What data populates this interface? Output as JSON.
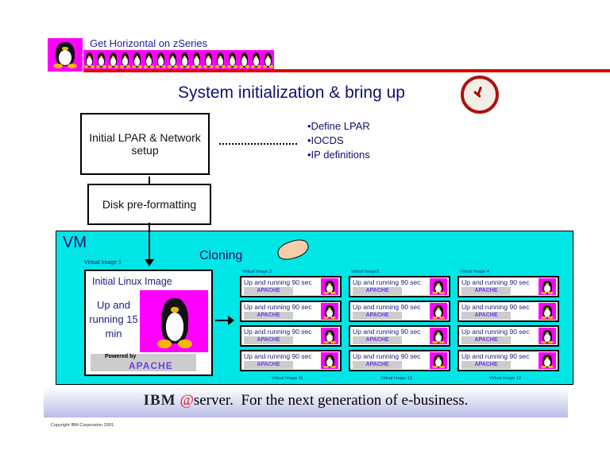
{
  "header": {
    "title": "Get Horizontal on zSeries",
    "penguin_count": 16
  },
  "slide": {
    "title": "System initialization & bring up",
    "box_lpar": "Initial LPAR & Network setup",
    "box_disk": "Disk pre-formatting",
    "bullets": [
      "•Define LPAR",
      "•IOCDS",
      "•IP definitions"
    ],
    "vm_label": "VM",
    "cloning_label": "Cloning",
    "virtual_image_1": "Virtual Image 1",
    "initial_title": "Initial Linux Image",
    "initial_status": "Up and running 15 min",
    "powered_by": "Powered by",
    "apache": "APACHE",
    "clone_text": "Up and running 90 sec",
    "clone_top_labels": [
      "Virtual Image 2",
      "Virtual Image3",
      "Virtual Image 4"
    ],
    "clone_bottom_labels": [
      "Virtual Image 11",
      "Virtual Image 12",
      "Virtual Image 13"
    ]
  },
  "footer": {
    "ibm": "IBM",
    "eserver": "server.",
    "tagline": "For the next generation of e-business.",
    "copyright": "Copyright IBM Corporation 2001"
  },
  "colors": {
    "vm_bg": "#00e6e6",
    "magenta": "#ff00ff",
    "title": "#10106e",
    "red": "#e00000"
  }
}
